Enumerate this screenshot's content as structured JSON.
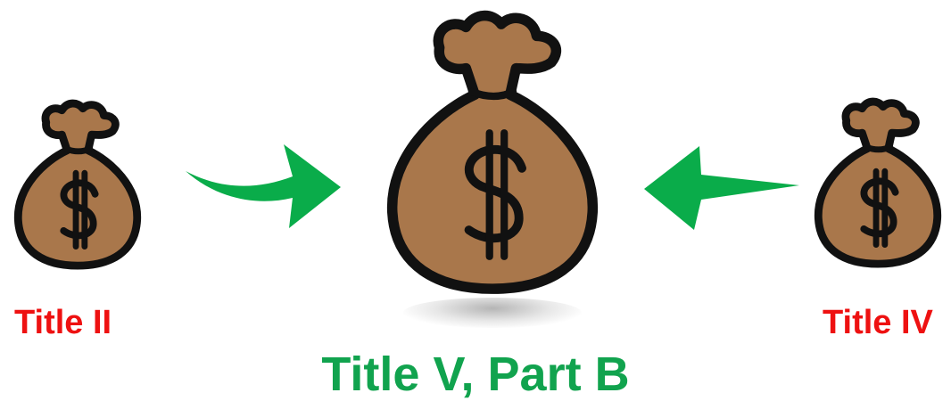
{
  "labels": {
    "left": "Title II",
    "right": "Title IV",
    "center": "Title V, Part B"
  },
  "bag": {
    "icon": "money-bag-icon",
    "symbol": "$",
    "fill_color": "#a9774b",
    "outline_color": "#111111"
  },
  "colors": {
    "side_label": "#ee1111",
    "center_label": "#11a34e",
    "arrow": "#0aac4a"
  }
}
